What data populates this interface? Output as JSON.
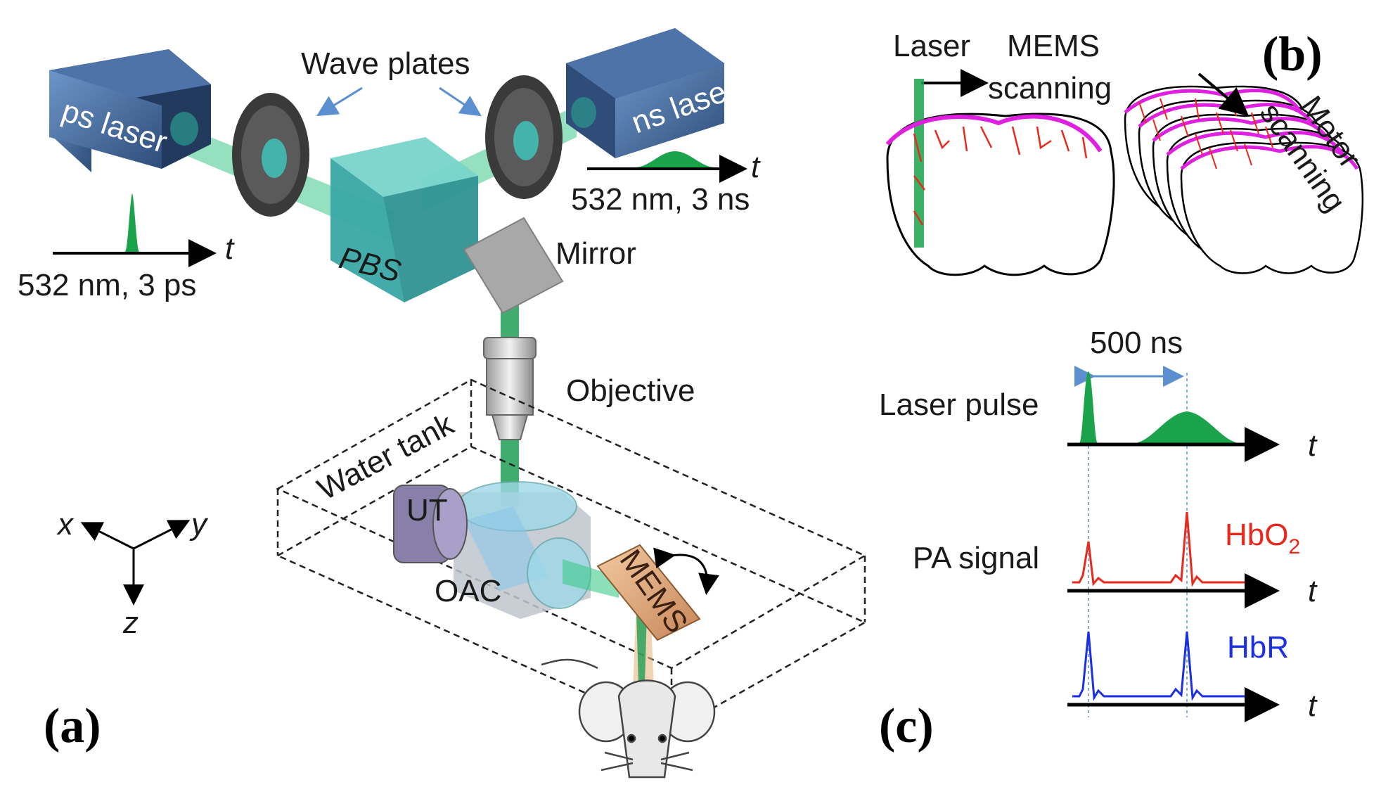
{
  "panel_a": {
    "label": "(a)",
    "wave_plates": "Wave plates",
    "ps_laser": "ps laser",
    "ns_laser": "ns laser",
    "ps_pulse_caption": "532 nm, 3 ps",
    "ns_pulse_caption": "532 nm, 3 ns",
    "time_symbol": "t",
    "pbs": "PBS",
    "mirror": "Mirror",
    "objective": "Objective",
    "water_tank": "Water tank",
    "ut": "UT",
    "oac": "OAC",
    "mems": "MEMS",
    "axis_x": "x",
    "axis_y": "y",
    "axis_z": "z"
  },
  "panel_b": {
    "label": "(b)",
    "laser": "Laser",
    "mems_scanning_1": "MEMS",
    "mems_scanning_2": "scanning",
    "motor_scanning_1": "Motor",
    "motor_scanning_2": "scanning"
  },
  "panel_c": {
    "label": "(c)",
    "delay": "500 ns",
    "laser_pulse": "Laser pulse",
    "pa_signal": "PA signal",
    "hbo2": "HbO",
    "hbo2_sub": "2",
    "hbr": "HbR",
    "time_symbol": "t"
  },
  "colors": {
    "laser_green": "#1aa34a",
    "beam_green": "#3ec98a",
    "pa_red": "#e8291c",
    "hbr_blue": "#1c2fe8",
    "scan_magenta": "#e020e0",
    "box_blue": "#4a6fa0",
    "arrow_blue": "#5b8fd0"
  }
}
